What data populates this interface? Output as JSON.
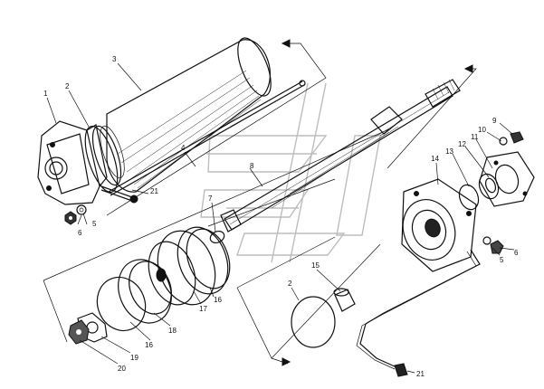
{
  "diagram": {
    "callouts": [
      {
        "id": "c1",
        "text": "1"
      },
      {
        "id": "c2",
        "text": "2"
      },
      {
        "id": "c3",
        "text": "3"
      },
      {
        "id": "c4",
        "text": "4"
      },
      {
        "id": "c5a",
        "text": "5"
      },
      {
        "id": "c6a",
        "text": "6"
      },
      {
        "id": "c7",
        "text": "7"
      },
      {
        "id": "c8",
        "text": "8"
      },
      {
        "id": "c9",
        "text": "9"
      },
      {
        "id": "c10",
        "text": "10"
      },
      {
        "id": "c11",
        "text": "11"
      },
      {
        "id": "c12",
        "text": "12"
      },
      {
        "id": "c13",
        "text": "13"
      },
      {
        "id": "c14",
        "text": "14"
      },
      {
        "id": "c5b",
        "text": "5"
      },
      {
        "id": "c6b",
        "text": "6"
      },
      {
        "id": "c15",
        "text": "15"
      },
      {
        "id": "c2b",
        "text": "2"
      },
      {
        "id": "c16a",
        "text": "16"
      },
      {
        "id": "c17",
        "text": "17"
      },
      {
        "id": "c18",
        "text": "18"
      },
      {
        "id": "c16b",
        "text": "16"
      },
      {
        "id": "c19",
        "text": "19"
      },
      {
        "id": "c20",
        "text": "20"
      },
      {
        "id": "c21a",
        "text": "21"
      },
      {
        "id": "c21b",
        "text": "21"
      }
    ]
  }
}
